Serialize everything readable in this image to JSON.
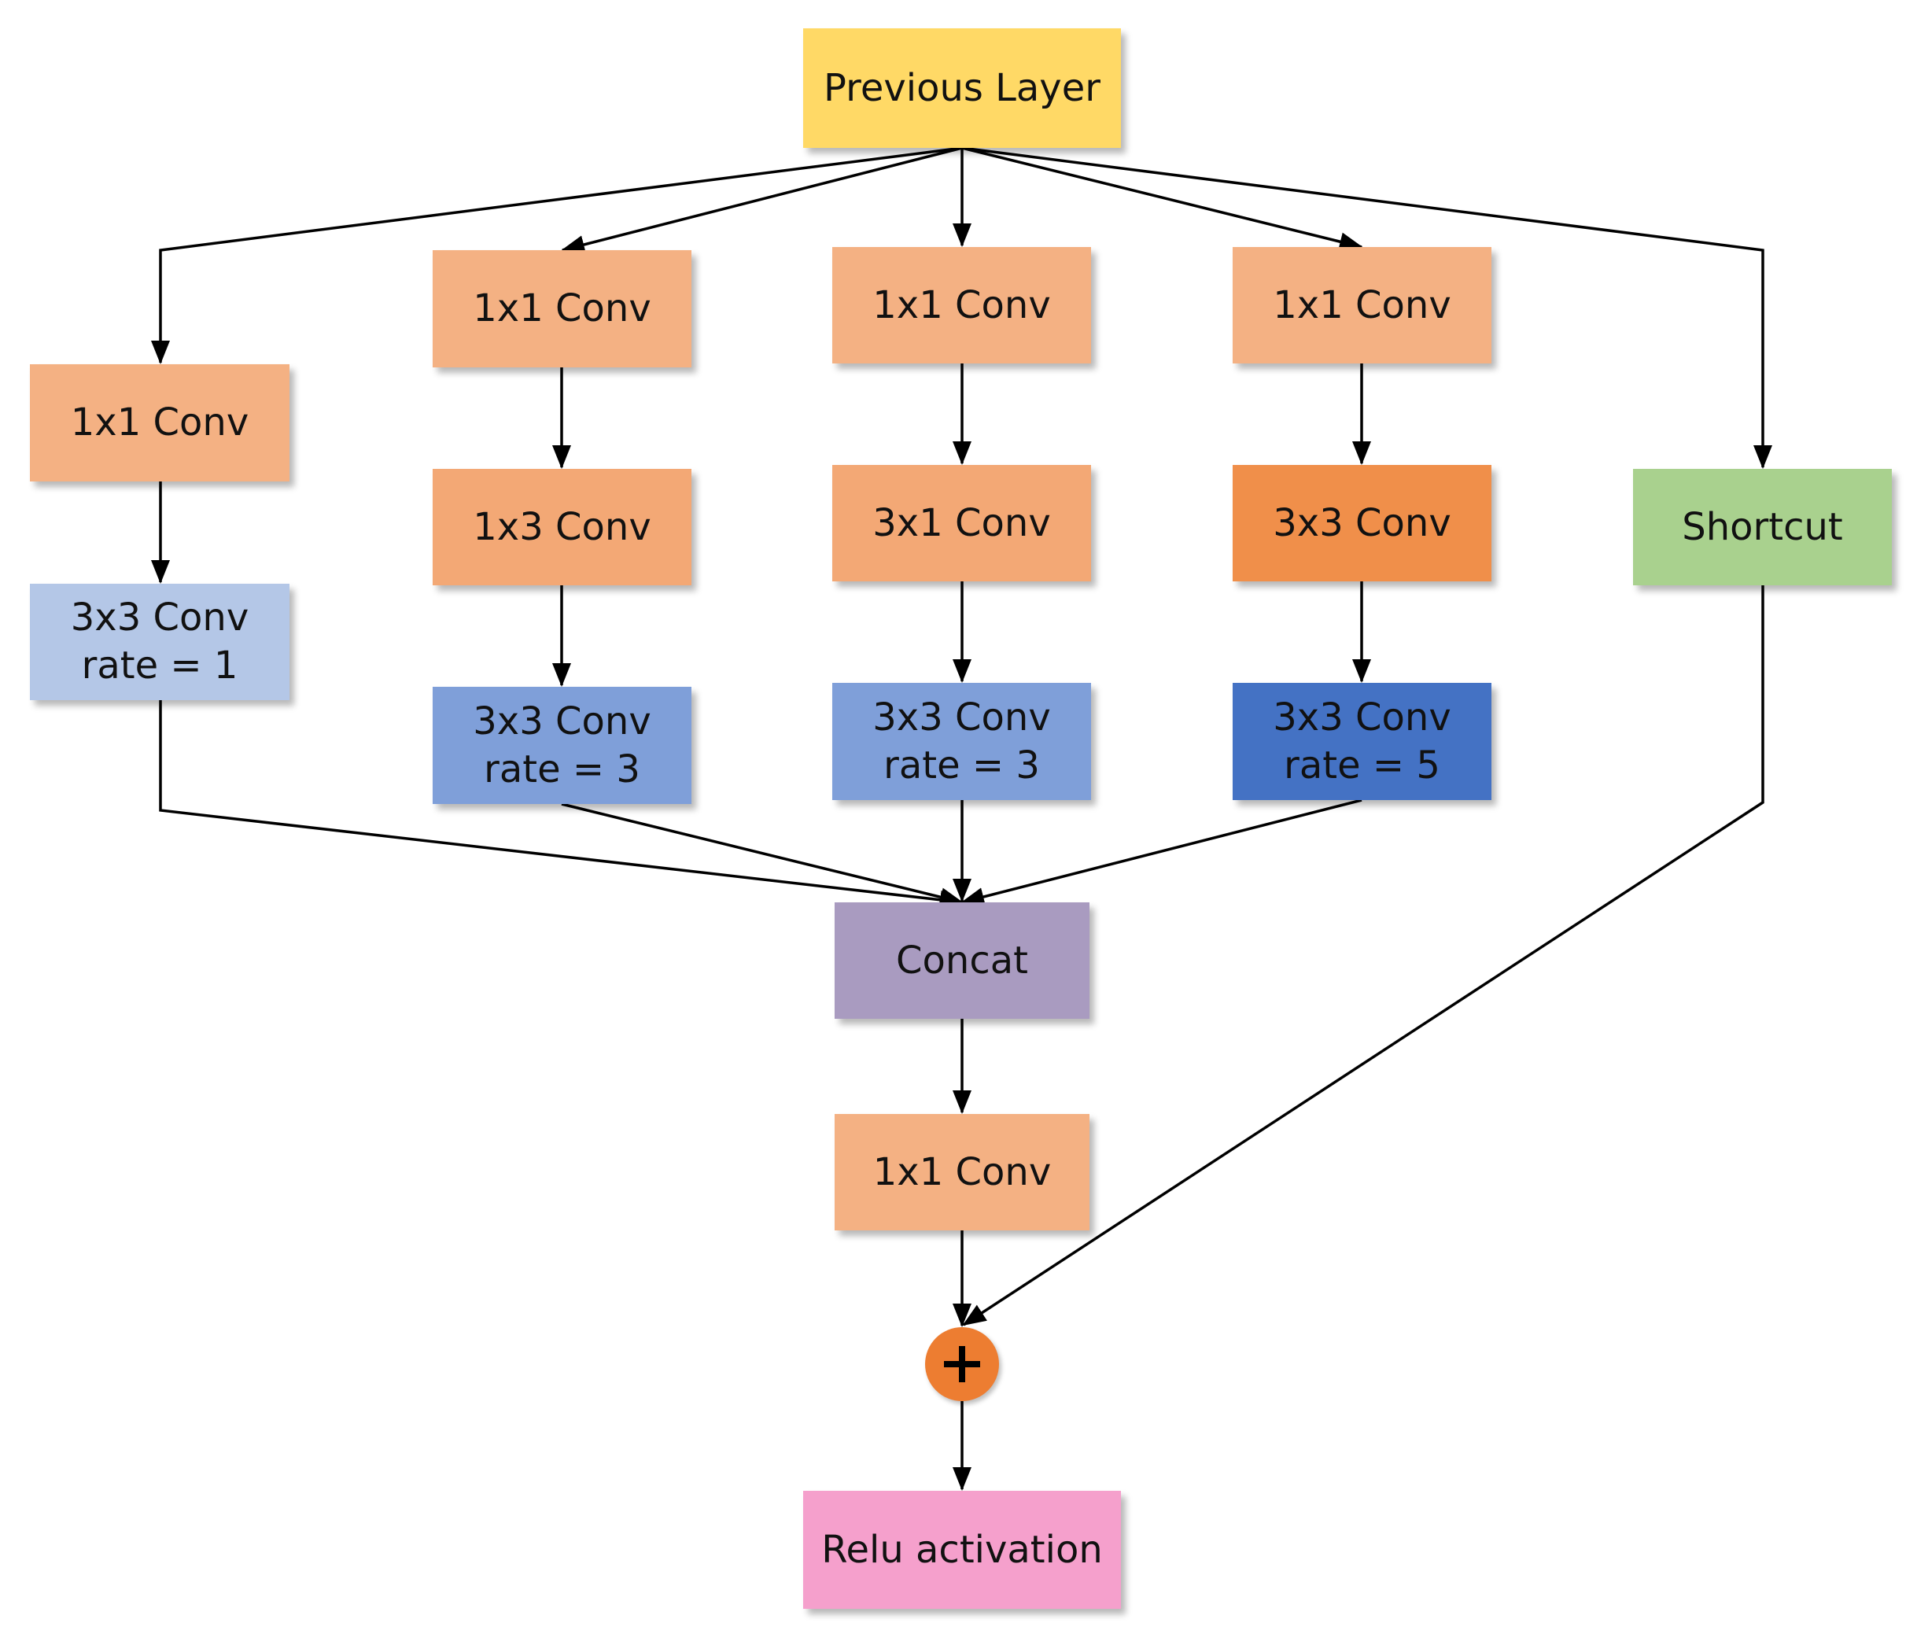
{
  "nodes": {
    "previous_layer": {
      "lines": [
        "Previous Layer"
      ],
      "fill": "#FFD966"
    },
    "b1_conv1x1": {
      "lines": [
        "1x1 Conv"
      ],
      "fill": "#F4B183"
    },
    "b1_conv3x3": {
      "lines": [
        "3x3 Conv",
        "rate = 1"
      ],
      "fill": "#B4C7E7"
    },
    "b2_conv1x1": {
      "lines": [
        "1x1 Conv"
      ],
      "fill": "#F4B183"
    },
    "b2_conv1x3": {
      "lines": [
        "1x3 Conv"
      ],
      "fill": "#F3A875"
    },
    "b2_conv3x3": {
      "lines": [
        "3x3 Conv",
        "rate = 3"
      ],
      "fill": "#7F9FD9"
    },
    "b3_conv1x1": {
      "lines": [
        "1x1 Conv"
      ],
      "fill": "#F4B183"
    },
    "b3_conv3x1": {
      "lines": [
        "3x1 Conv"
      ],
      "fill": "#F3A875"
    },
    "b3_conv3x3": {
      "lines": [
        "3x3 Conv",
        "rate = 3"
      ],
      "fill": "#7F9FD9"
    },
    "b4_conv1x1": {
      "lines": [
        "1x1 Conv"
      ],
      "fill": "#F4B183"
    },
    "b4_conv3x3": {
      "lines": [
        "3x3 Conv"
      ],
      "fill": "#F08F4A"
    },
    "b4_conv3x3_dilated": {
      "lines": [
        "3x3 Conv",
        "rate = 5"
      ],
      "fill": "#4472C4"
    },
    "shortcut": {
      "lines": [
        "Shortcut"
      ],
      "fill": "#A9D18E"
    },
    "concat": {
      "lines": [
        "Concat"
      ],
      "fill": "#A99BC0"
    },
    "post_conv1x1": {
      "lines": [
        "1x1 Conv"
      ],
      "fill": "#F4B183"
    },
    "relu": {
      "lines": [
        "Relu activation"
      ],
      "fill": "#F5A0CC"
    }
  },
  "adder": {
    "symbol": "+",
    "fill": "#ED7D31"
  },
  "line_color": "#000000"
}
